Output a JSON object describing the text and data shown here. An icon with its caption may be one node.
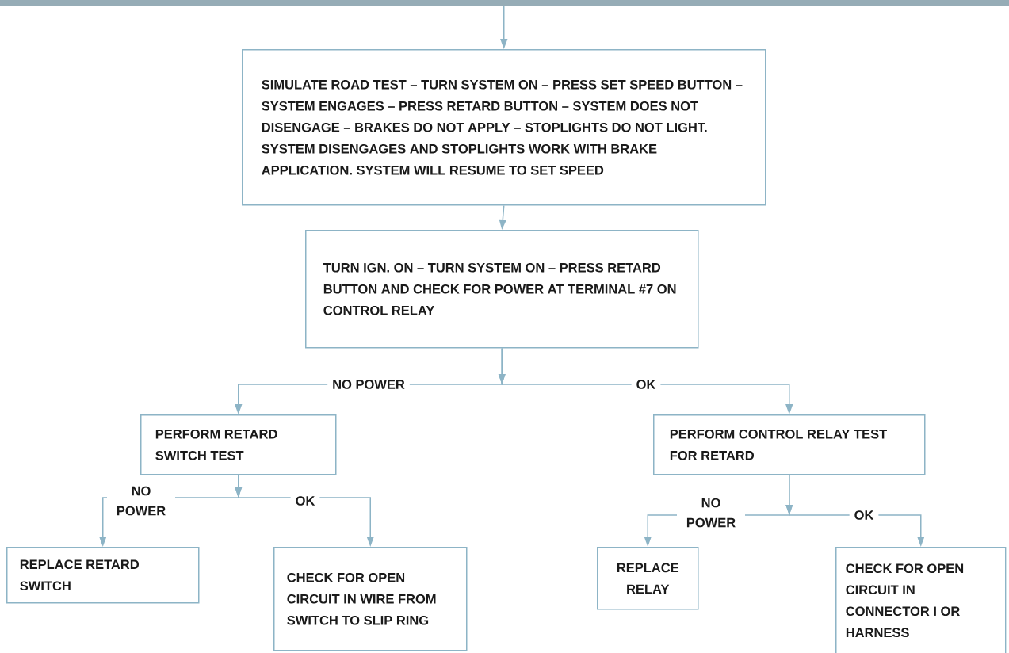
{
  "diagram": {
    "nodes": [
      {
        "text": [
          "SIMULATE ROAD TEST – TURN SYSTEM ON – PRESS SET SPEED BUTTON – SYSTEM ENGAGES – PRESS RETARD BUTTON – SYSTEM DOES NOT DISENGAGE – BRAKES DO NOT APPLY – STOPLIGHTS DO NOT LIGHT. SYSTEM DISENGAGES AND STOPLIGHTS WORK WITH BRAKE APPLICATION. SYSTEM WILL RESUME TO SET SPEED"
        ]
      },
      {
        "text": [
          "TURN IGN. ON – TURN SYSTEM ON – PRESS RETARD BUTTON AND CHECK FOR POWER AT TERMINAL #7 ON CONTROL RELAY"
        ]
      },
      {
        "text": [
          "PERFORM RETARD SWITCH TEST"
        ]
      },
      {
        "text": [
          "PERFORM CONTROL RELAY TEST FOR RETARD"
        ]
      },
      {
        "text": [
          "REPLACE RETARD SWITCH"
        ]
      },
      {
        "text": [
          "CHECK FOR OPEN CIRCUIT IN WIRE FROM SWITCH TO SLIP RING"
        ]
      },
      {
        "text": [
          "REPLACE RELAY"
        ]
      },
      {
        "text": [
          "CHECK FOR OPEN CIRCUIT IN CONNECTOR I OR HARNESS"
        ]
      }
    ],
    "edges": [
      {
        "from": null,
        "to": 0,
        "arrow": "to"
      },
      {
        "from": 0,
        "to": 1,
        "arrow": "to"
      },
      {
        "from": 1,
        "to": 2,
        "arrow": "to",
        "label": "NO POWER"
      },
      {
        "from": 1,
        "to": 3,
        "arrow": "to",
        "label": "OK"
      },
      {
        "from": 2,
        "to": 4,
        "arrow": "to",
        "label": "NO POWER"
      },
      {
        "from": 2,
        "to": 5,
        "arrow": "to",
        "label": "OK"
      },
      {
        "from": 3,
        "to": 6,
        "arrow": "to",
        "label": "NO POWER"
      },
      {
        "from": 3,
        "to": 7,
        "arrow": "to",
        "label": "OK"
      }
    ]
  }
}
